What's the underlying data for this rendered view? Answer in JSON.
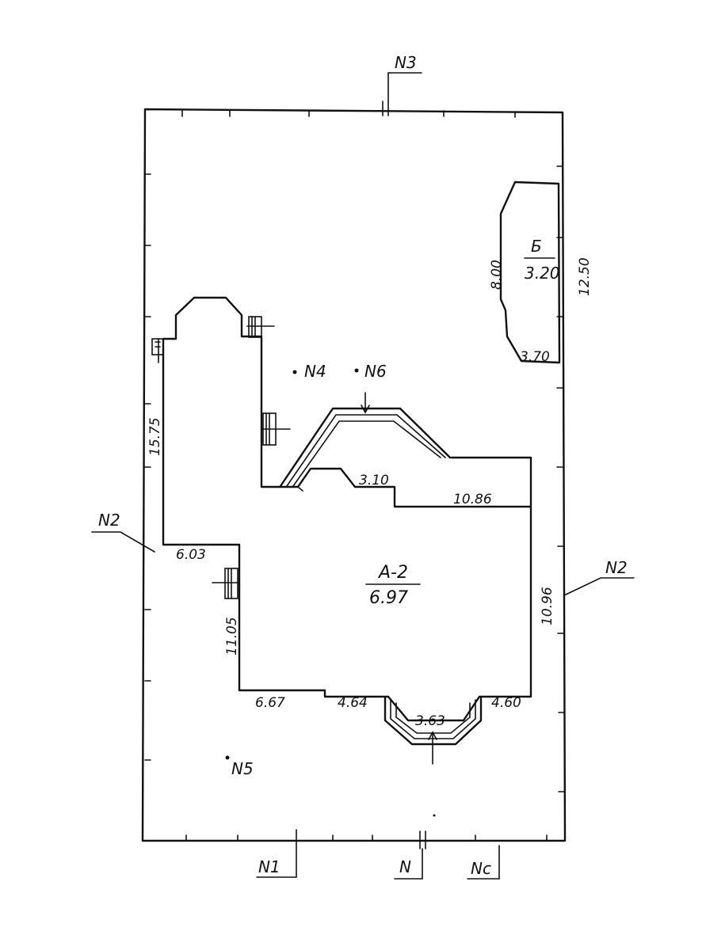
{
  "plan": {
    "building_a": {
      "name": "А-2",
      "value": "6.97"
    },
    "building_b": {
      "name": "Б",
      "value": "3.20"
    },
    "dimensions": {
      "d_15_75": "15.75",
      "d_6_03": "6.03",
      "d_11_05": "11.05",
      "d_6_67": "6.67",
      "d_4_64": "4.64",
      "d_3_63": "3.63",
      "d_4_60": "4.60",
      "d_10_96": "10.96",
      "d_10_86": "10.86",
      "d_3_10": "3.10",
      "d_8_00": "8.00",
      "d_12_50": "12.50",
      "d_3_70": "3.70"
    },
    "markers": {
      "n1": "N1",
      "n2_left": "N2",
      "n2_right": "N2",
      "n3": "N3",
      "n4": "N4",
      "n5": "N5",
      "n6": "N6",
      "n": "N",
      "n_c": "Nc"
    }
  }
}
